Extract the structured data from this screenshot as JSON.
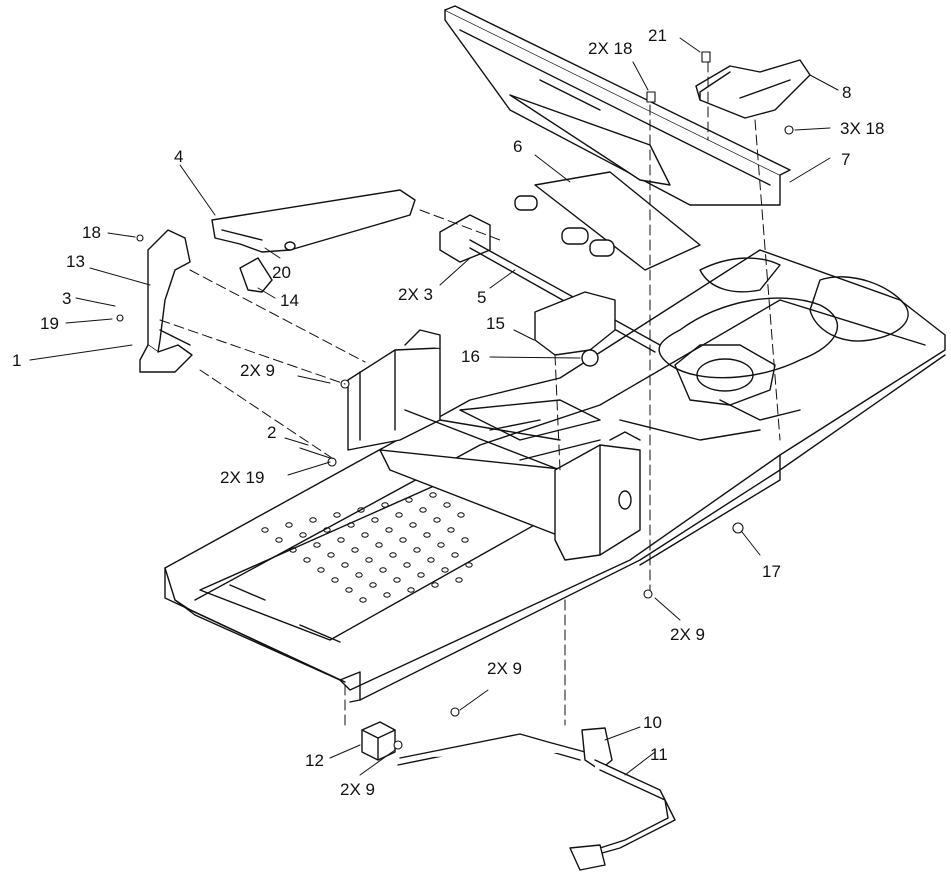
{
  "diagram": {
    "callouts": {
      "c1": "1",
      "c2": "2",
      "c3": "3",
      "c4": "4",
      "c5": "5",
      "c6": "6",
      "c7": "7",
      "c8": "8",
      "c10": "10",
      "c11": "11",
      "c12": "12",
      "c13": "13",
      "c14": "14",
      "c15": "15",
      "c16": "16",
      "c17": "17",
      "c18": "18",
      "c19": "19",
      "c20": "20",
      "c21": "21",
      "c2x18": "2X 18",
      "c3x18": "3X 18",
      "c2x3": "2X 3",
      "c2x9_a": "2X 9",
      "c2x9_b": "2X 9",
      "c2x9_c": "2X 9",
      "c2x9_d": "2X 9",
      "c2x19": "2X 19"
    }
  }
}
